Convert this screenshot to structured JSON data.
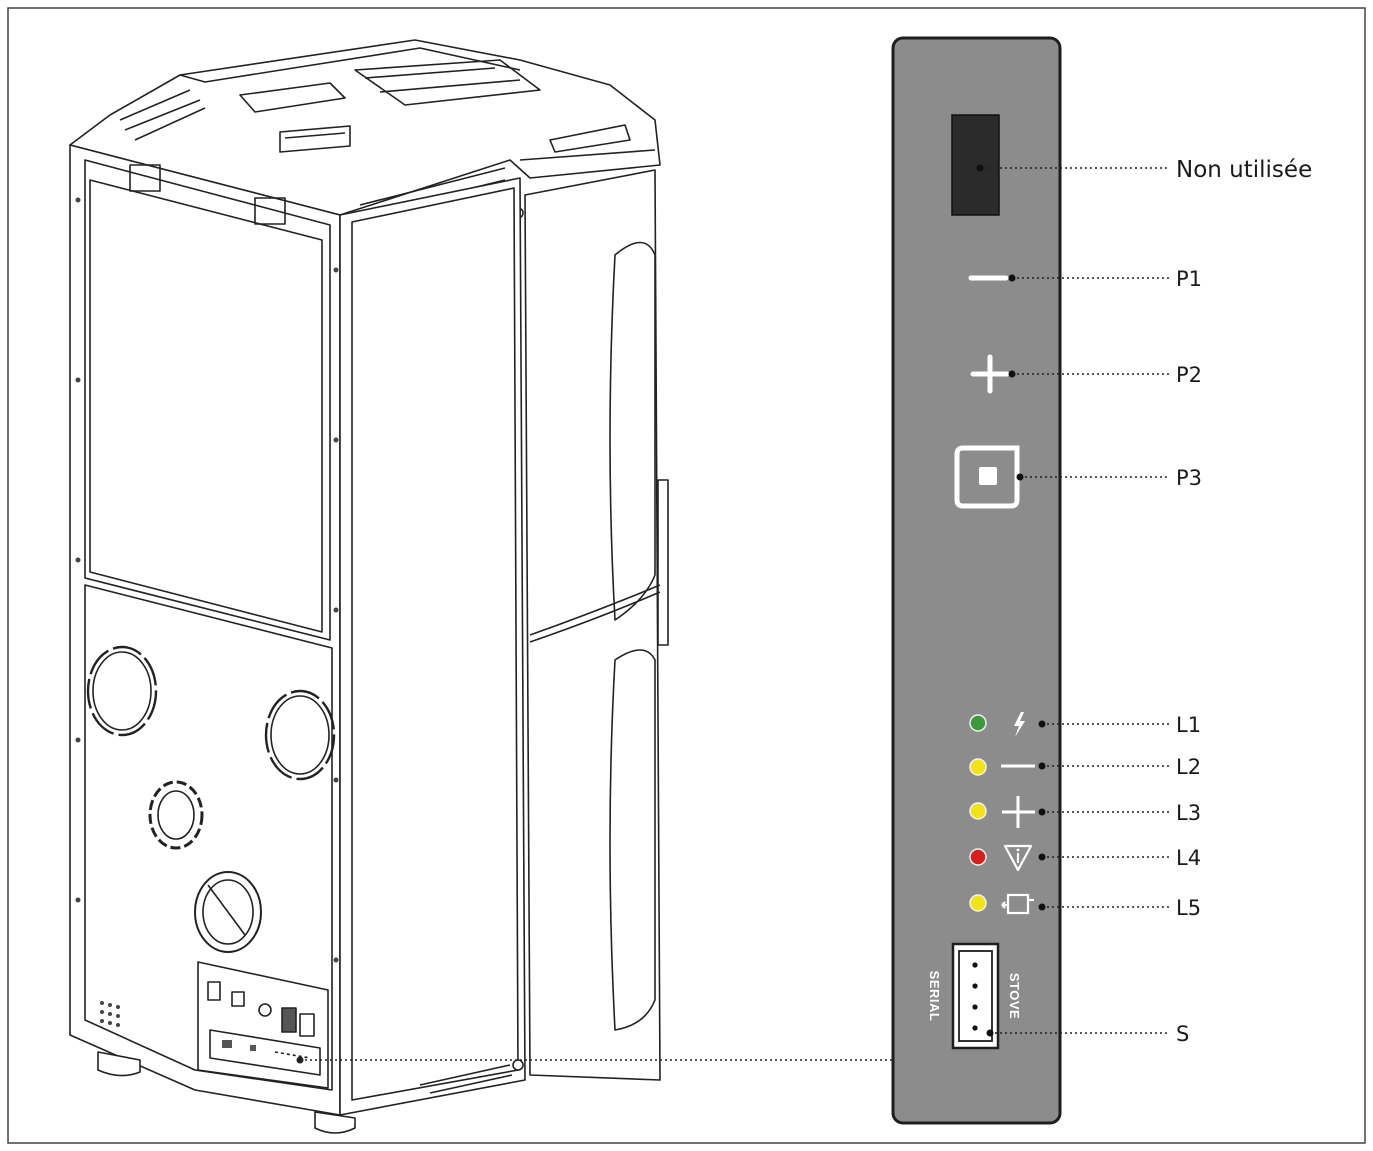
{
  "callouts": {
    "display": "Non utilisée",
    "p1": "P1",
    "p2": "P2",
    "p3": "P3",
    "l1": "L1",
    "l2": "L2",
    "l3": "L3",
    "l4": "L4",
    "l5": "L5",
    "s": "S"
  },
  "connector": {
    "left_label": "SERIAL",
    "right_label": "STOVE"
  },
  "colors": {
    "panel": "#8c8c8c",
    "panel_border": "#1e1e1e",
    "display": "#2b2b2b",
    "led_green": "#3c9a3c",
    "led_yellow": "#f2e21a",
    "led_red": "#d81f1f",
    "line": "#222222"
  }
}
